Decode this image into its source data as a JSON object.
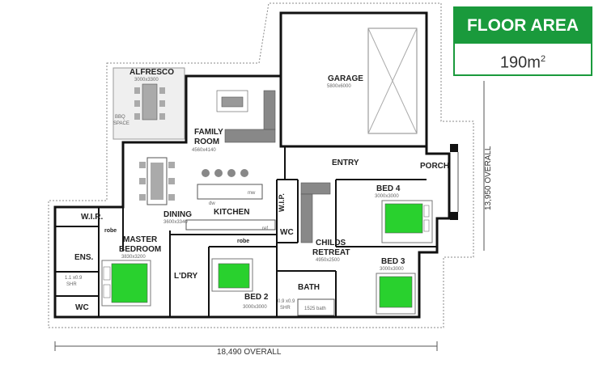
{
  "floor_area": {
    "title": "FLOOR AREA",
    "value": "190m",
    "unit_sup": "2"
  },
  "overall": {
    "width": "18,490 OVERALL",
    "depth": "13,950 OVERALL"
  },
  "rooms": {
    "alfresco": {
      "name": "ALFRESCO",
      "dim": "3000x3300"
    },
    "bbq": {
      "name_1": "BBQ",
      "name_2": "SPACE"
    },
    "garage": {
      "name": "GARAGE",
      "dim": "5800x6000"
    },
    "family": {
      "name_1": "FAMILY",
      "name_2": "ROOM",
      "dim": "4560x4140"
    },
    "entry": {
      "name": "ENTRY"
    },
    "porch": {
      "name": "PORCH"
    },
    "wip": {
      "name": "W.I.P."
    },
    "bed4": {
      "name": "BED 4",
      "dim": "3000x3000"
    },
    "dining": {
      "name": "DINING",
      "dim": "3600x3340"
    },
    "kitchen": {
      "name": "KITCHEN"
    },
    "wir": {
      "name": "W.I.R."
    },
    "master": {
      "name_1": "MASTER",
      "name_2": "BEDROOM",
      "dim": "3830x3200"
    },
    "ens": {
      "name": "ENS."
    },
    "wc_master": {
      "name": "WC"
    },
    "wc_hall": {
      "name": "WC"
    },
    "ldry": {
      "name": "L'DRY"
    },
    "robe_bed2": {
      "name": "robe"
    },
    "robe_master": {
      "name": "robe"
    },
    "childs": {
      "name_1": "CHILDS",
      "name_2": "RETREAT",
      "dim": "4950x2500"
    },
    "bed3": {
      "name": "BED 3",
      "dim": "3000x3000"
    },
    "bed2": {
      "name": "BED 2",
      "dim": "3000x3000"
    },
    "bath": {
      "name": "BATH"
    },
    "bath_tub": {
      "name": "1525 bath"
    },
    "shr_bath": {
      "name_1": "0.9 x0.9",
      "name_2": "SHR"
    },
    "shr_ens": {
      "name_1": "1.1 x0.9",
      "name_2": "SHR"
    },
    "dw": {
      "name": "dw"
    },
    "mw": {
      "name": "mw"
    },
    "ref": {
      "name": "ref"
    }
  },
  "colors": {
    "bed_green": "#29d12e",
    "brand_green": "#1a9a3c",
    "wall": "#111111",
    "furniture": "#8a8a8a"
  }
}
